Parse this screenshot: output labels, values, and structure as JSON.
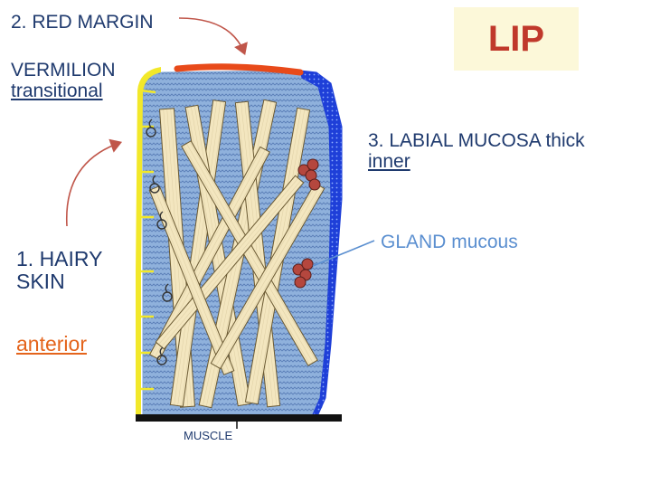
{
  "labels": {
    "red_margin": "2. RED MARGIN",
    "vermilion": "VERMILION",
    "transitional": "transitional",
    "lip": "LIP",
    "labial_mucosa": "3. LABIAL MUCOSA  thick",
    "inner": "inner",
    "gland": "GLAND",
    "gland_type": "mucous",
    "hairy_skin_line1": "1. HAIRY",
    "hairy_skin_line2": "SKIN",
    "anterior": "anterior",
    "muscle": "MUSCLE"
  },
  "colors": {
    "orange_text": "#e4641c",
    "dark_text": "#1f3a6e",
    "red_text": "#c0392b",
    "blue_text": "#5b8fd0",
    "lip_box_bg": "#fcf8d9",
    "connective_tissue": "#7fa6d6",
    "mucosa_epithelium": "#1e3fd8",
    "skin_epithelium": "#f2e82a",
    "red_margin_line": "#e84a1a",
    "muscle_fiber": "#f3e6bf",
    "gland": "#b5473e",
    "base_bar": "#111111"
  },
  "icons": [
    "hair-follicle-icon",
    "gland-cluster-icon",
    "arrow-icon"
  ]
}
